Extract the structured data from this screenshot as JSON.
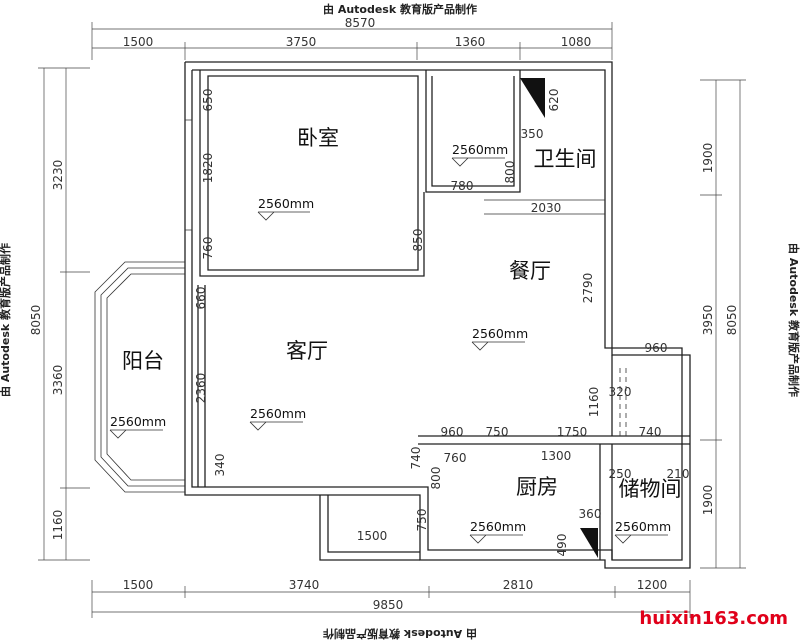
{
  "watermark": "由 Autodesk 教育版产品制作",
  "brand": "huixin163.com",
  "rooms": {
    "bedroom": "卧室",
    "bathroom": "卫生间",
    "dining": "餐厅",
    "living": "客厅",
    "balcony": "阳台",
    "kitchen": "厨房",
    "storage": "储物间"
  },
  "ceiling_height": "2560mm",
  "dims": {
    "top_total": "8570",
    "top_1": "1500",
    "top_2": "3750",
    "top_3": "1360",
    "top_4": "1080",
    "bottom_total": "9850",
    "bottom_1": "1500",
    "bottom_2": "3740",
    "bottom_3": "2810",
    "bottom_4": "1200",
    "left_total": "8050",
    "left_1": "3230",
    "left_2": "3360",
    "left_3": "1160",
    "right_total": "8050",
    "right_1": "1900",
    "right_2": "3950",
    "right_3": "1900",
    "in_650": "650",
    "in_1820": "1820",
    "in_760a": "760",
    "in_660": "660",
    "in_2360": "2360",
    "in_340": "340",
    "in_620": "620",
    "in_350": "350",
    "in_800a": "800",
    "in_780": "780",
    "in_850": "850",
    "in_2030": "2030",
    "in_2790": "2790",
    "in_960a": "960",
    "in_320": "320",
    "in_1160": "1160",
    "in_960b": "960",
    "in_750a": "750",
    "in_1750": "1750",
    "in_740a": "740",
    "in_740b": "740",
    "in_760b": "760",
    "in_1300": "1300",
    "in_800b": "800",
    "in_750b": "750",
    "in_1500": "1500",
    "in_360": "360",
    "in_490": "490",
    "in_250": "250",
    "in_210": "210"
  }
}
